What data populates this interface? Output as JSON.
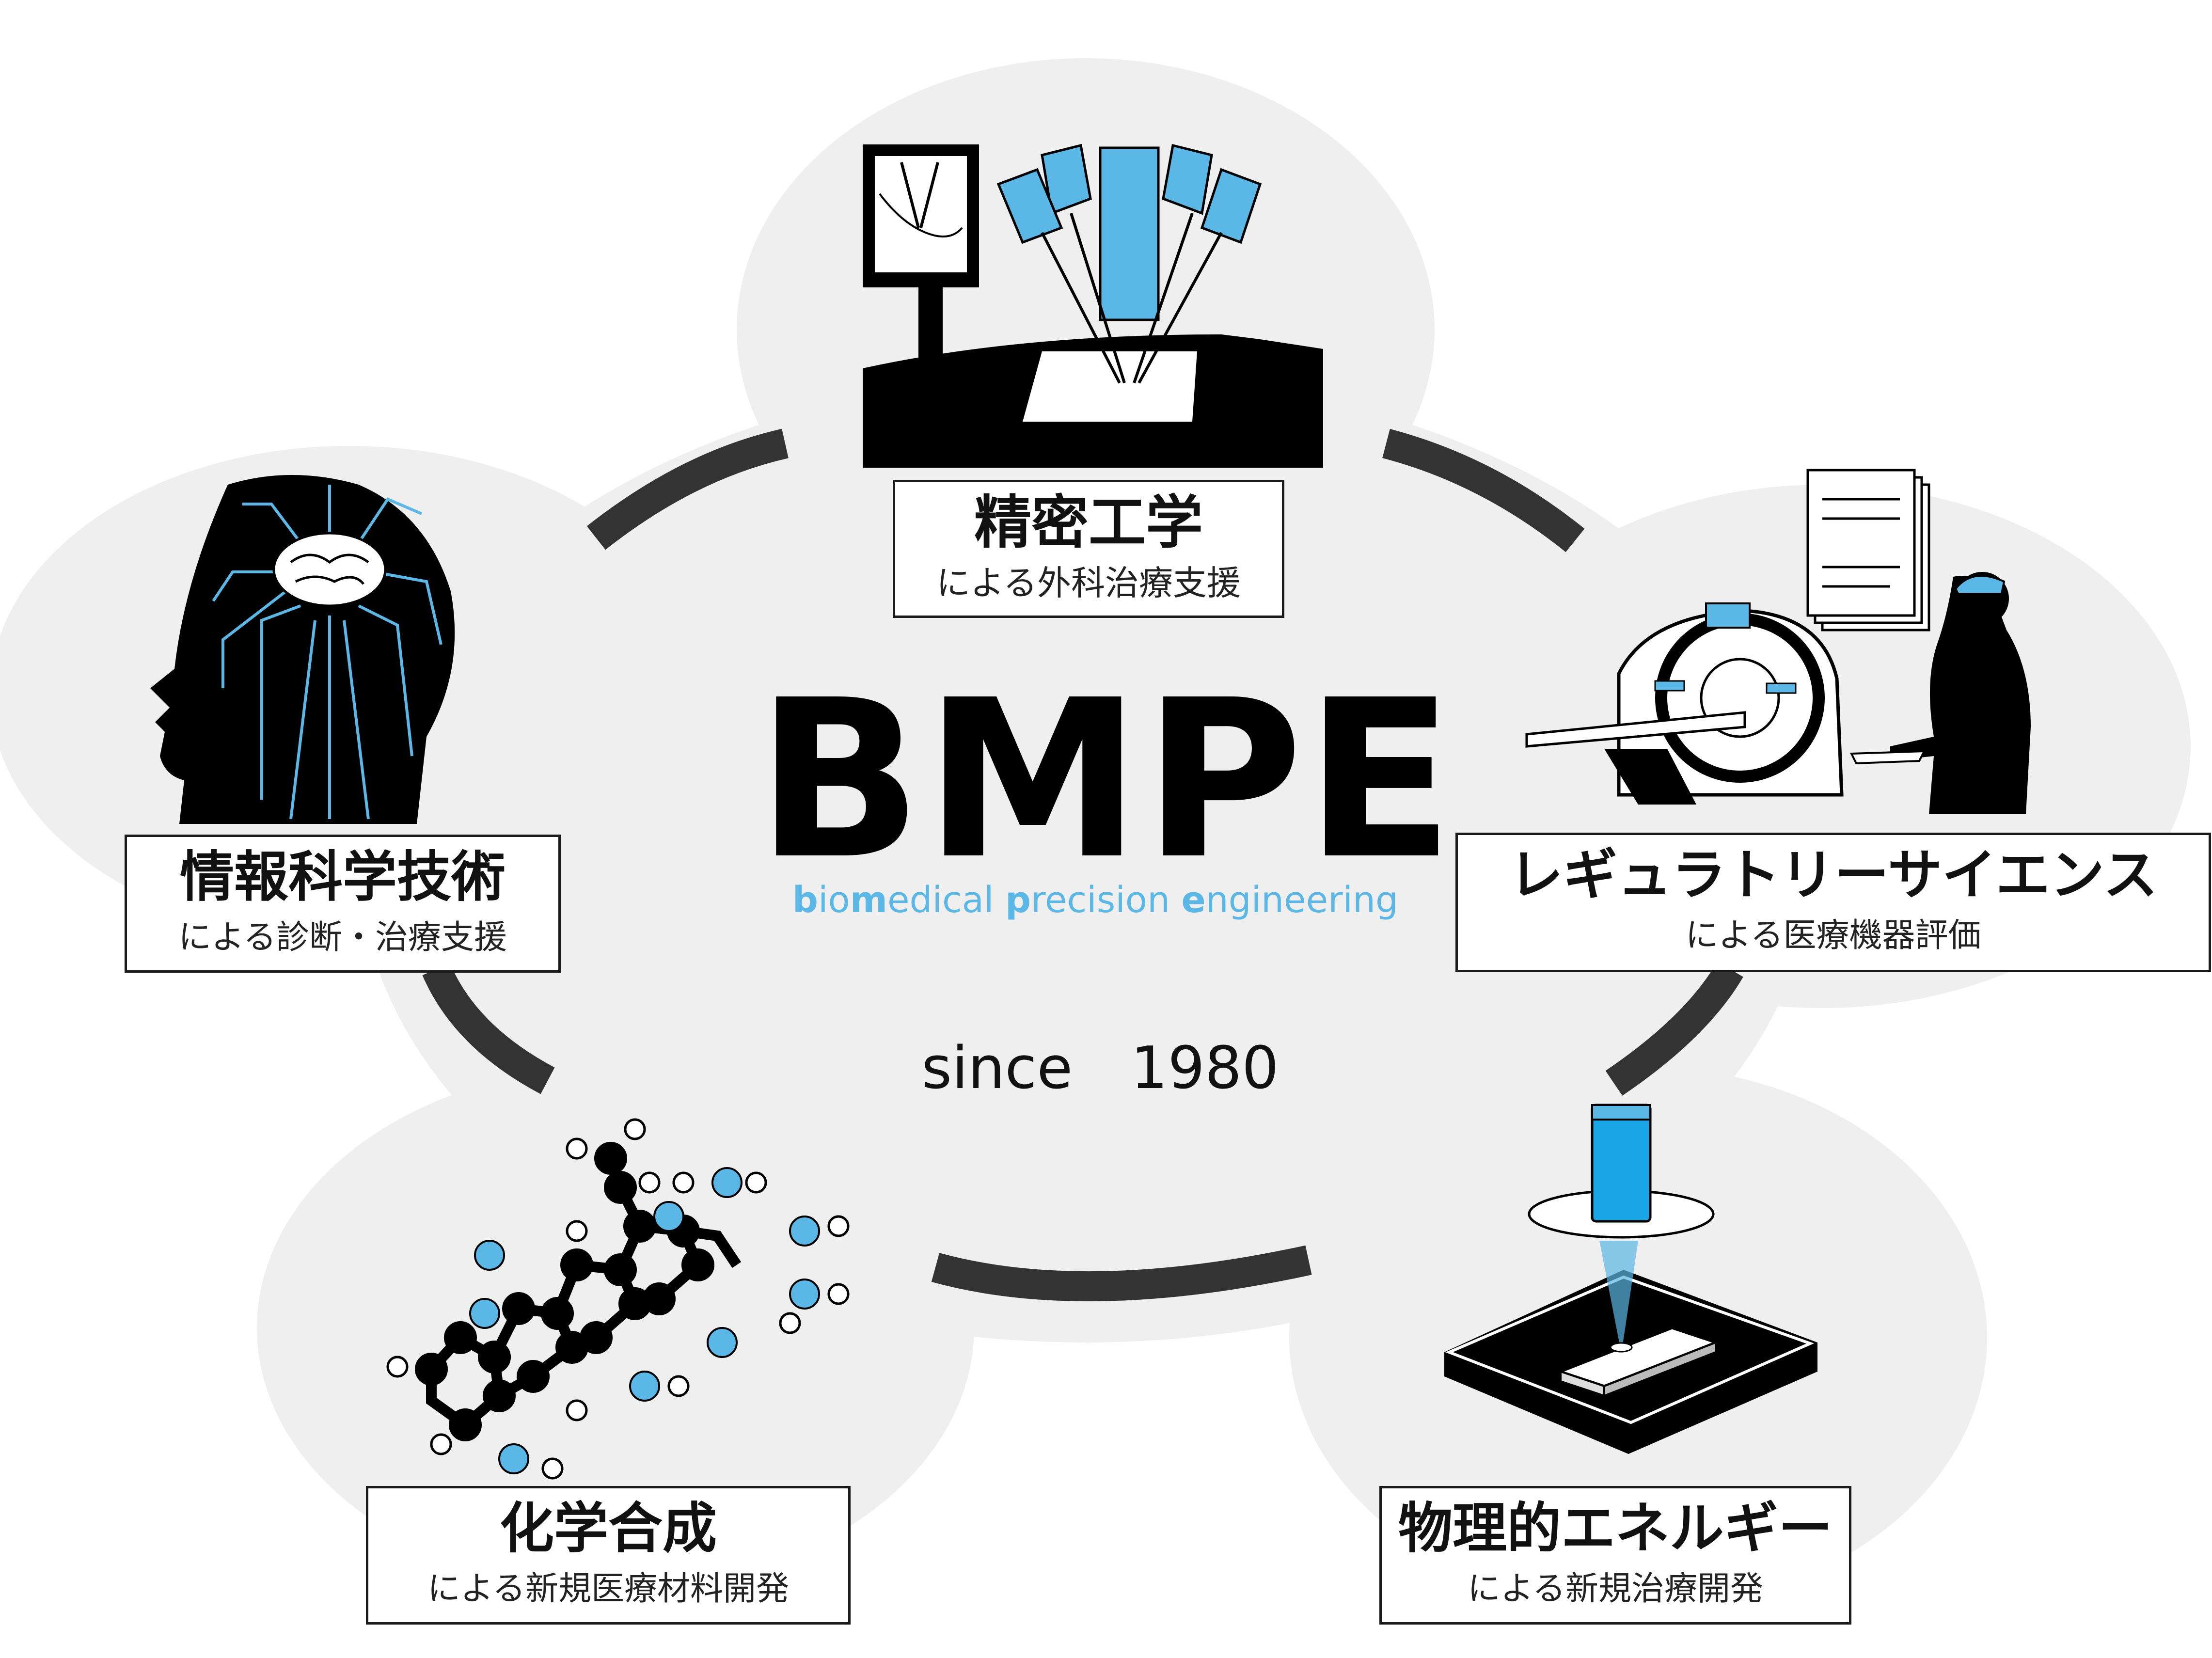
{
  "colors": {
    "accent": "#5bb7e5",
    "cloud": "#efefef",
    "ring": "#333333",
    "ink": "#000000"
  },
  "center": {
    "title": "BMPE",
    "subtitle_parts": [
      {
        "text": "b",
        "hl": true
      },
      {
        "text": "io",
        "hl": false
      },
      {
        "text": "m",
        "hl": true
      },
      {
        "text": "edical ",
        "hl": false
      },
      {
        "text": "p",
        "hl": true
      },
      {
        "text": "recision ",
        "hl": false
      },
      {
        "text": "e",
        "hl": true
      },
      {
        "text": "ngineering",
        "hl": false
      }
    ],
    "since": "since　1980"
  },
  "nodes": [
    {
      "id": "precision",
      "title": "精密工学",
      "sub": "による外科治療支援",
      "icon": "surgical-robot-icon"
    },
    {
      "id": "info",
      "title": "情報科学技術",
      "sub": "による診断・治療支援",
      "icon": "brain-circuit-icon"
    },
    {
      "id": "reg",
      "title": "レギュラトリーサイエンス",
      "sub": "による医療機器評価",
      "icon": "mri-scanner-icon"
    },
    {
      "id": "chem",
      "title": "化学合成",
      "sub": "による新規医療材料開発",
      "icon": "molecule-icon"
    },
    {
      "id": "phys",
      "title": "物理的エネルギー",
      "sub": "による新規治療開発",
      "icon": "laser-beam-icon"
    }
  ]
}
